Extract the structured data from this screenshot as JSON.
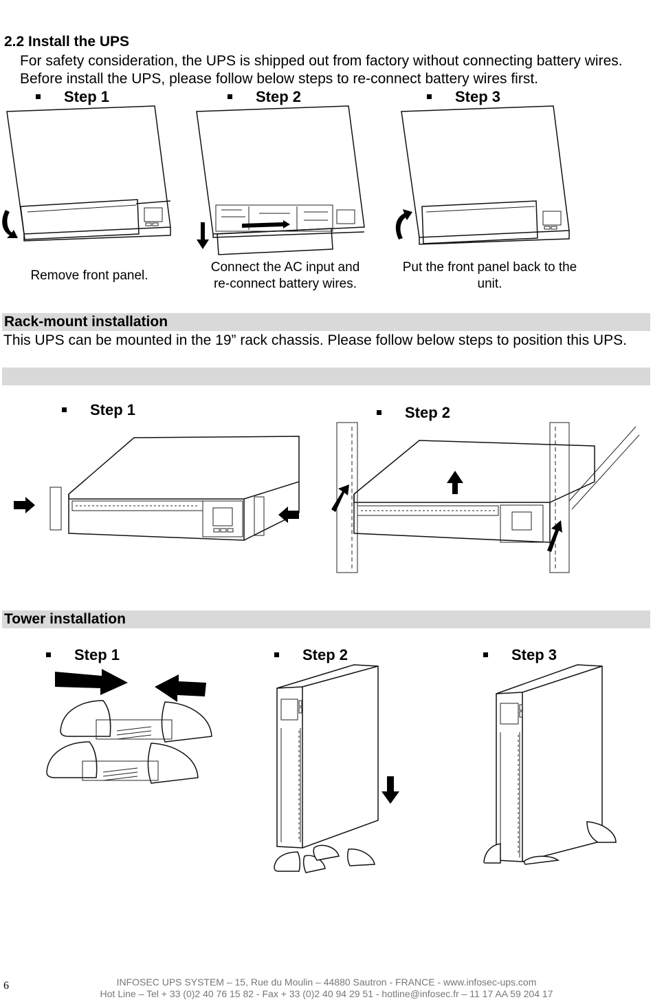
{
  "section": {
    "title": "2.2 Install the UPS",
    "intro": "For safety consideration, the UPS is shipped out from factory without connecting battery wires. Before install the UPS, please follow below steps to re-connect battery wires first."
  },
  "battery_steps": [
    {
      "label": "Step 1",
      "caption_line1": "Remove front panel.",
      "caption_line2": ""
    },
    {
      "label": "Step 2",
      "caption_line1": "Connect the AC input and",
      "caption_line2": "re-connect battery wires."
    },
    {
      "label": "Step 3",
      "caption_line1": "Put the front panel back to the",
      "caption_line2": "unit."
    }
  ],
  "rack": {
    "title": "Rack-mount installation",
    "text": "This UPS can be mounted in the 19” rack chassis. Please follow below steps to position this UPS.",
    "steps": [
      "Step 1",
      "Step 2"
    ]
  },
  "tower": {
    "title": "Tower installation",
    "steps": [
      "Step 1",
      "Step 2",
      "Step 3"
    ]
  },
  "page_number": "6",
  "footer": {
    "line1": "INFOSEC UPS SYSTEM – 15, Rue du Moulin – 44880 Sautron - FRANCE -  www.infosec-ups.com",
    "line2": "Hot Line – Tel + 33 (0)2 40 76 15 82 - Fax + 33 (0)2 40 94 29 51 - hotline@infosec.fr – 11 17 AA 59 204 17"
  }
}
